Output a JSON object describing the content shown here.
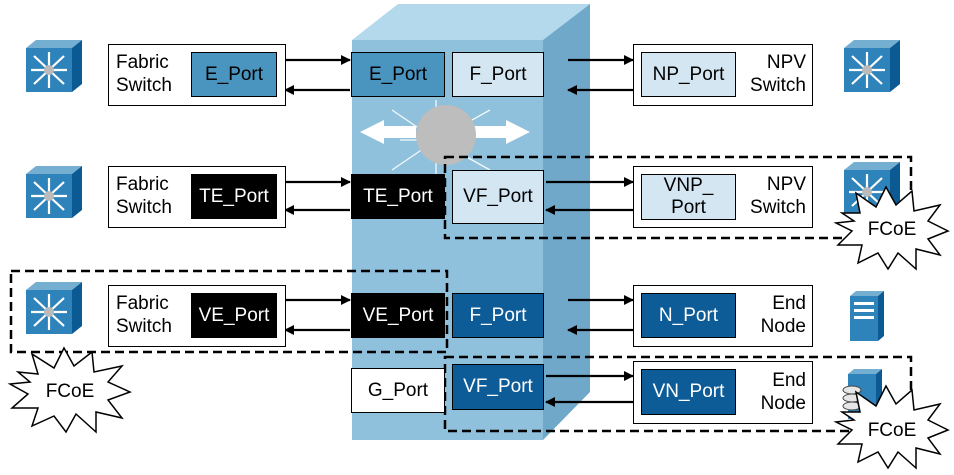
{
  "rows": [
    {
      "left_label": "Fabric\nSwitch",
      "left_port": "E_Port",
      "center_left_port": "E_Port",
      "center_right_port": "F_Port",
      "right_port": "NP_Port",
      "right_label": "NPV\nSwitch"
    },
    {
      "left_label": "Fabric\nSwitch",
      "left_port": "TE_Port",
      "center_left_port": "TE_Port",
      "center_right_port": "VF_Port",
      "right_port": "VNP_\nPort",
      "right_label": "NPV\nSwitch"
    },
    {
      "left_label": "Fabric\nSwitch",
      "left_port": "VE_Port",
      "center_left_port": "VE_Port",
      "center_right_port": "F_Port",
      "right_port": "N_Port",
      "right_label": "End\nNode"
    },
    {
      "center_left_port": "G_Port",
      "center_right_port": "VF_Port",
      "right_port": "VN_Port",
      "right_label": "End\nNode"
    }
  ],
  "fcoe_labels": [
    "FCoE",
    "FCoE",
    "FCoE"
  ],
  "colors": {
    "light_port": "#d3e6f2",
    "mid_port": "#4a94c0",
    "dark_port": "#0e5c97",
    "switch_body": "#8fc1dc"
  }
}
